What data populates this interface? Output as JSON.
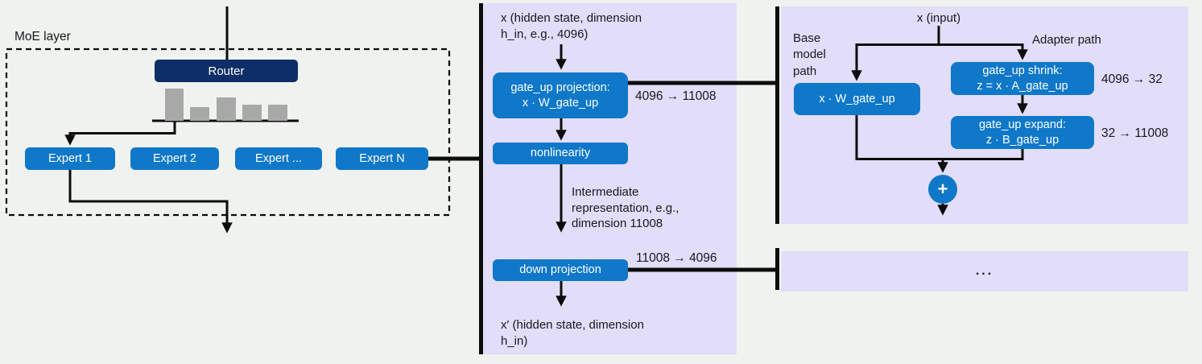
{
  "colors": {
    "background": "#f0f2ef",
    "accent_blue": "#0f78c8",
    "router_navy": "#0d2e66",
    "panel_purple": "#e2ddf8",
    "bar_gray": "#a8a8a8",
    "line_black": "#0d0d0d"
  },
  "moe": {
    "label": "MoE layer",
    "router_label": "Router",
    "router_bars": [
      40,
      17,
      29,
      20,
      20
    ],
    "experts": [
      "Expert 1",
      "Expert 2",
      "Expert ...",
      "Expert N"
    ]
  },
  "expert_detail": {
    "input_label": "x  (hidden state, dimension\nh_in, e.g., 4096)",
    "gate_up_box": "gate_up projection:\nx · W_gate_up",
    "gate_up_dims": "4096 → 11008",
    "nonlinearity_box": "nonlinearity",
    "intermediate_label": "Intermediate\nrepresentation, e.g.,\ndimension 11008",
    "down_box": "down projection",
    "down_dims": "11008 → 4096",
    "output_label": "x′  (hidden state, dimension\nh_in)"
  },
  "adapter_detail": {
    "input_label": "x  (input)",
    "base_path_label": "Base\nmodel\npath",
    "adapter_path_label": "Adapter path",
    "base_box": "x · W_gate_up",
    "shrink_box": "gate_up shrink:\nz = x · A_gate_up",
    "shrink_dims": "4096 → 32",
    "expand_box": "gate_up expand:\nz · B_gate_up",
    "expand_dims": "32 → 11008",
    "plus_label": "+"
  },
  "more_panel": {
    "ellipsis": "..."
  }
}
